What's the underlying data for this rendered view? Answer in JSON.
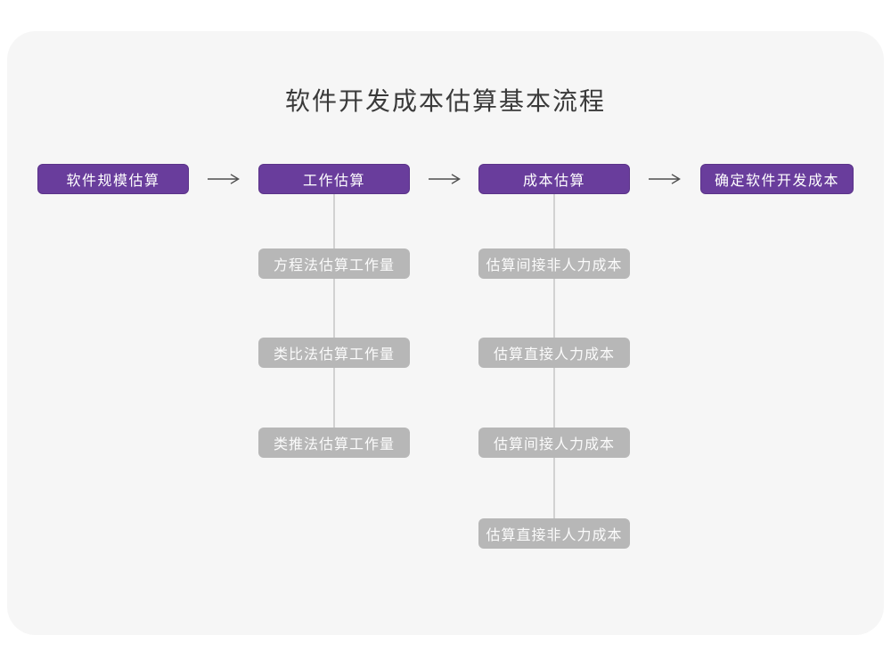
{
  "title": "软件开发成本估算基本流程",
  "flow": {
    "main_steps": [
      "软件规模估算",
      "工作估算",
      "成本估算",
      "确定软件开发成本"
    ],
    "work_estimation_methods": [
      "方程法估算工作量",
      "类比法估算工作量",
      "类推法估算工作量"
    ],
    "cost_estimation_steps": [
      "估算间接非人力成本",
      "估算直接人力成本",
      "估算间接人力成本",
      "估算直接非人力成本"
    ]
  },
  "colors": {
    "primary_box": "#693d9c",
    "secondary_box": "#b7b7b7",
    "card_background": "#f6f6f6",
    "page_background": "#ffffff",
    "box_text": "#ffffff",
    "title_text": "#3a3a3a",
    "arrow": "#4f4f4f",
    "connector_line": "#d2d2d2"
  }
}
